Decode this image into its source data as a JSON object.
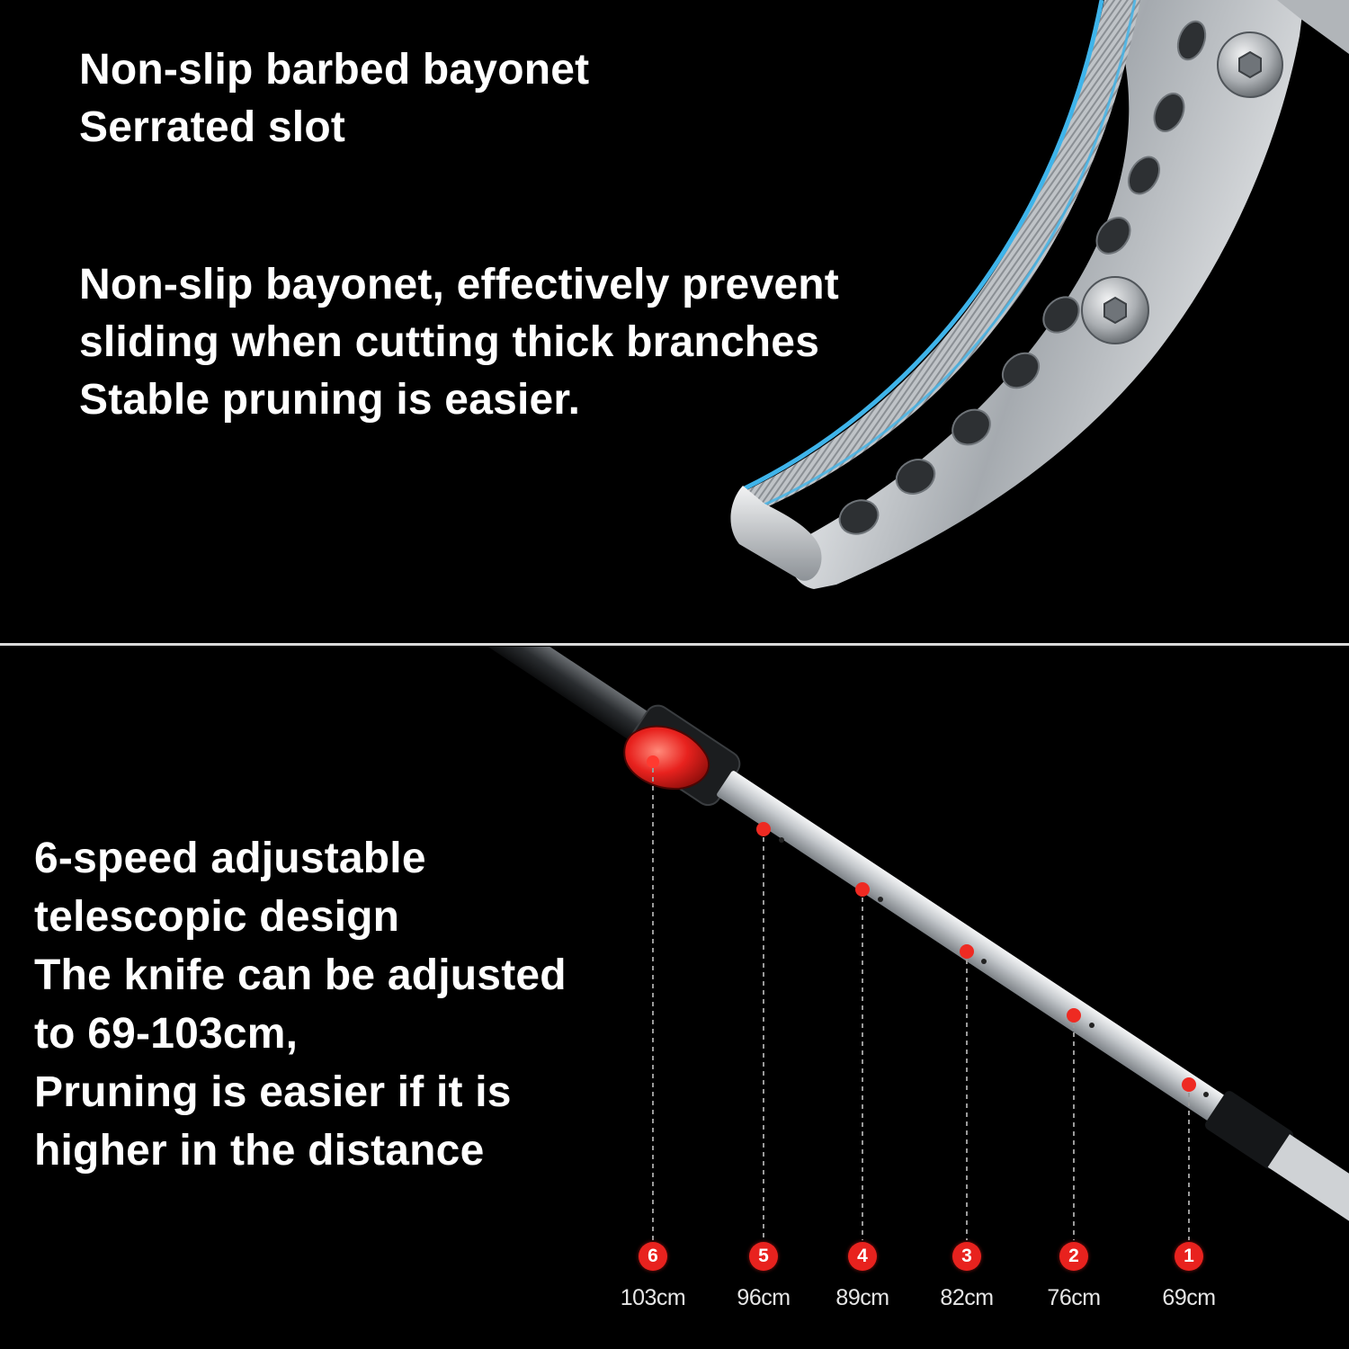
{
  "top_section": {
    "heading_lines": [
      "Non-slip barbed bayonet",
      "Serrated slot"
    ],
    "description_lines": [
      "Non-slip bayonet, effectively prevent",
      "sliding when cutting thick branches",
      "Stable pruning is easier."
    ]
  },
  "bottom_section": {
    "description_lines": [
      "6-speed adjustable",
      "telescopic design",
      "The knife can be adjusted",
      "to 69-103cm,",
      "Pruning is easier if it is",
      "higher in the distance"
    ],
    "length_markers": [
      {
        "number": "6",
        "length": "103cm"
      },
      {
        "number": "5",
        "length": "96cm"
      },
      {
        "number": "4",
        "length": "89cm"
      },
      {
        "number": "3",
        "length": "82cm"
      },
      {
        "number": "2",
        "length": "76cm"
      },
      {
        "number": "1",
        "length": "69cm"
      }
    ]
  },
  "colors": {
    "background": "#000000",
    "text": "#ffffff",
    "accent_red": "#e8221e",
    "highlight_blue": "#3fb4ea",
    "metal": "#b9bcc0"
  }
}
